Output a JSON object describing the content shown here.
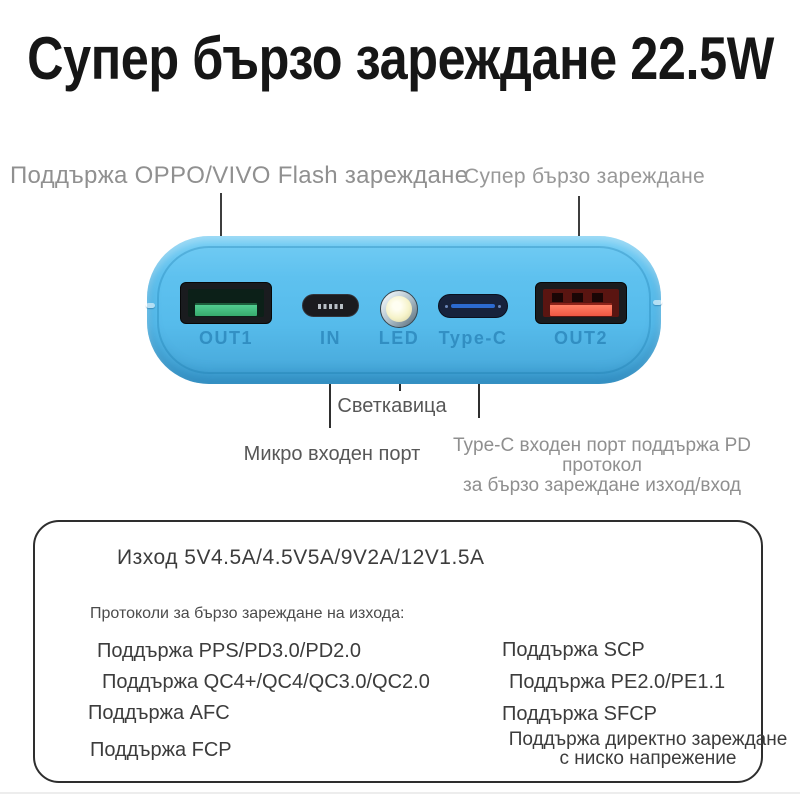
{
  "title": "Супер бързо зареждане 22.5W",
  "callouts": {
    "out1_label": "Поддържа OPPO/VIVO Flash зареждане",
    "out2_label": "Супер бързо зареждане",
    "flashlight_label": "Светкавица",
    "micro_label": "Микро входен порт",
    "typec_label_line1": "Type-C входен порт поддържа PD протокол",
    "typec_label_line2": "за бързо зареждане изход/вход"
  },
  "device": {
    "port_labels": {
      "out1": "OUT1",
      "in": "IN",
      "led": "LED",
      "typec": "Type-C",
      "out2": "OUT2"
    },
    "colors": {
      "body_blue": "#58BDEE",
      "out1_tongue_green": "#3FBD81",
      "out2_tongue_red": "#F25B45",
      "typec_pin_blue": "#2C6AD0",
      "led_lens_yellow": "#F5F2C9"
    }
  },
  "specs": {
    "output_line": "Изход 5V4.5A/4.5V5A/9V2A/12V1.5A",
    "protocols_heading": "Протоколи за бързо зареждане на изхода:",
    "left_items": [
      "Поддържа PPS/PD3.0/PD2.0",
      "Поддържа QC4+/QC4/QC3.0/QC2.0",
      "Поддържа AFC",
      "Поддържа FCP"
    ],
    "right_items": [
      "Поддържа SCP",
      "Поддържа PE2.0/PE1.1",
      "Поддържа SFCP"
    ],
    "right_last_line1": "Поддържа директно зареждане",
    "right_last_line2": "с ниско напрежение"
  }
}
